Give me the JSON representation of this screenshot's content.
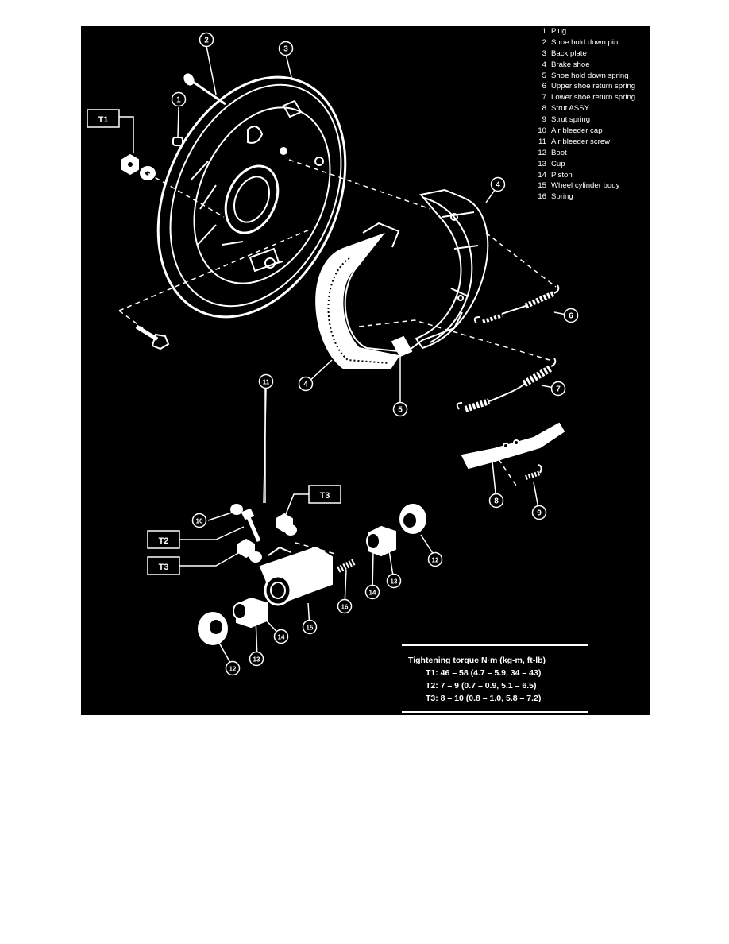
{
  "legend": [
    {
      "num": "1",
      "name": "Plug"
    },
    {
      "num": "2",
      "name": "Shoe hold down pin"
    },
    {
      "num": "3",
      "name": "Back plate"
    },
    {
      "num": "4",
      "name": "Brake shoe"
    },
    {
      "num": "5",
      "name": "Shoe hold down spring"
    },
    {
      "num": "6",
      "name": "Upper shoe return spring"
    },
    {
      "num": "7",
      "name": "Lower shoe return spring"
    },
    {
      "num": "8",
      "name": "Strut ASSY"
    },
    {
      "num": "9",
      "name": "Strut spring"
    },
    {
      "num": "10",
      "name": "Air bleeder cap"
    },
    {
      "num": "11",
      "name": "Air bleeder screw"
    },
    {
      "num": "12",
      "name": "Boot"
    },
    {
      "num": "13",
      "name": "Cup"
    },
    {
      "num": "14",
      "name": "Piston"
    },
    {
      "num": "15",
      "name": "Wheel cylinder body"
    },
    {
      "num": "16",
      "name": "Spring"
    }
  ],
  "tags": {
    "t1": "T1",
    "t2": "T2",
    "t3": "T3"
  },
  "callouts": [
    "1",
    "2",
    "3",
    "4",
    "5",
    "6",
    "7",
    "8",
    "9",
    "10",
    "11",
    "12",
    "13",
    "14",
    "15",
    "16"
  ],
  "torque": {
    "title": "Tightening torque  N·m (kg-m, ft-lb)",
    "rows": [
      "T1:  46 – 58 (4.7 – 5.9, 34 – 43)",
      "T2:  7 – 9 (0.7 – 0.9, 5.1 – 6.5)",
      "T3:  8 – 10 (0.8 – 1.0, 5.8 – 7.2)"
    ]
  },
  "colors": {
    "background": "#000000",
    "ink": "#ffffff",
    "page": "#ffffff"
  }
}
